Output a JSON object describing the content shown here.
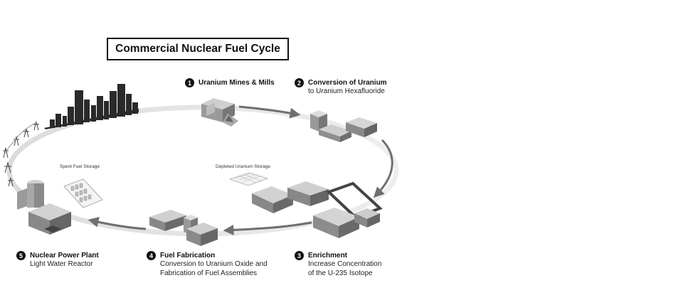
{
  "title": "Commercial Nuclear Fuel Cycle",
  "stages": [
    {
      "number": "1",
      "name": "Uranium Mines & Mills",
      "lines": []
    },
    {
      "number": "2",
      "name": "Conversion of Uranium",
      "lines": [
        "to Uranium Hexafluoride"
      ]
    },
    {
      "number": "3",
      "name": "Enrichment",
      "lines": [
        "Increase Concentration",
        "of the U-235 Isotope"
      ]
    },
    {
      "number": "4",
      "name": "Fuel Fabrication",
      "lines": [
        "Conversion to Uranium Oxide and",
        "Fabrication of Fuel Assemblies"
      ]
    },
    {
      "number": "5",
      "name": "Nuclear Power Plant",
      "lines": [
        "Light Water Reactor"
      ]
    }
  ],
  "storage_labels": {
    "spent": "Spent Fuel Storage",
    "depleted": "Depleted Uranium Storage"
  },
  "colors": {
    "ring": "#e6e6e6",
    "arrow": "#777777",
    "building": "#8c8c8c",
    "text": "#111111"
  }
}
